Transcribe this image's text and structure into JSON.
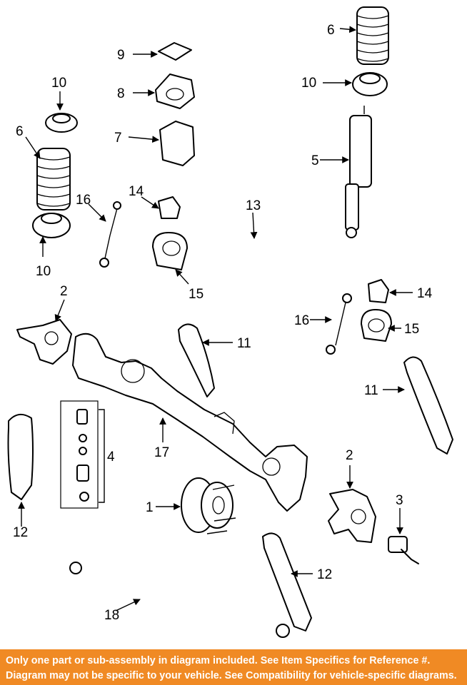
{
  "diagram": {
    "callouts": {
      "c1": "1",
      "c2a": "2",
      "c2b": "2",
      "c3": "3",
      "c4": "4",
      "c5": "5",
      "c6a": "6",
      "c6b": "6",
      "c7": "7",
      "c8": "8",
      "c9": "9",
      "c10a": "10",
      "c10b": "10",
      "c10c": "10",
      "c11a": "11",
      "c11b": "11",
      "c12a": "12",
      "c12b": "12",
      "c13": "13",
      "c14a": "14",
      "c14b": "14",
      "c15a": "15",
      "c15b": "15",
      "c16a": "16",
      "c16b": "16",
      "c17": "17",
      "c18": "18"
    }
  },
  "banner": {
    "line1": "Only one part or sub-assembly in diagram included. See Item Specifics for Reference #.",
    "line2": "Diagram may not be specific to your vehicle. See Compatibility for vehicle-specific diagrams.",
    "background": "#f08a24",
    "text_color": "#ffffff"
  }
}
